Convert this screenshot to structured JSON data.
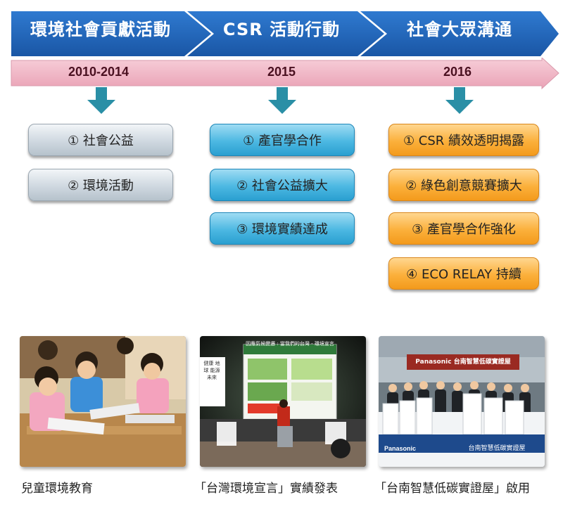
{
  "stages": [
    {
      "label": "環境社會貢獻活動",
      "year": "2010-2014"
    },
    {
      "label": "CSR 活動行動",
      "year": "2015"
    },
    {
      "label": "社會大眾溝通",
      "year": "2016"
    }
  ],
  "columns": [
    {
      "style": "gray",
      "items": [
        "① 社會公益",
        "② 環境活動"
      ]
    },
    {
      "style": "blue",
      "items": [
        "① 產官學合作",
        "② 社會公益擴大",
        "③ 環境實績達成"
      ]
    },
    {
      "style": "orange",
      "items": [
        "① CSR 績效透明揭露",
        "② 綠色創意競賽擴大",
        "③ 產官學合作強化",
        "④ ECO RELAY 持續"
      ]
    }
  ],
  "photos": [
    {
      "caption": "兒童環境教育"
    },
    {
      "caption": "「台灣環境宣言」實績發表",
      "banner_title": "因應氣候變遷 : 當我們的台灣 - 環境宣言",
      "slogan": "健康 地球 能源 未來"
    },
    {
      "caption": "「台南智慧低碳實證屋」啟用",
      "sign": "Panasonic 台南智慧低碳實證屋",
      "board_brand": "Panasonic",
      "board_title": "台南智慧低碳實證屋"
    }
  ],
  "colors": {
    "band": "#1c5fb0",
    "timeline": "#f2b8c6",
    "down_arrow": "#2a8fa6"
  }
}
